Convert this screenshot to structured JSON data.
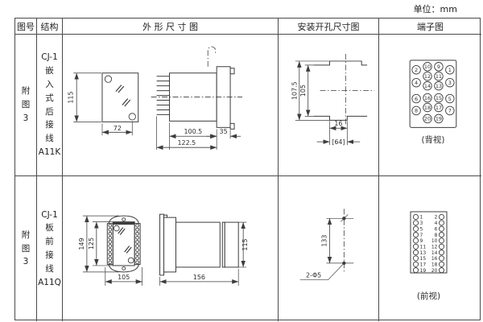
{
  "units_label": "单位：mm",
  "header": {
    "col_fig": "图号",
    "col_structure": "结构",
    "col_outline": "外 形 尺 寸 图",
    "col_mounting": "安装开孔尺寸图",
    "col_terminal": "端子图"
  },
  "colors": {
    "line": "#3d3d3d",
    "text": "#2e2e2e",
    "background": "#ffffff"
  },
  "row1": {
    "fig_no": "附\n图\n3",
    "structure": "CJ-1\n嵌\n入\n式\n后\n接\n线\nA11K",
    "outline": {
      "dim_front_height": "115",
      "dim_front_width": "72",
      "dim_body_depth": "100.5",
      "dim_total_depth": "122.5",
      "dim_flange_depth": "35"
    },
    "mounting": {
      "dim_outer_height": "107.5",
      "dim_inner_height": "105",
      "dim_notch_width": "16",
      "dim_width": "[64]"
    },
    "terminal": {
      "view_label": "(背视)",
      "outer_left": [
        "2",
        "4",
        "6",
        "8"
      ],
      "center_left": [
        "10",
        "12",
        "14",
        "16",
        "18",
        "20"
      ],
      "center_right": [
        "9",
        "11",
        "13",
        "15",
        "17",
        "19"
      ],
      "outer_right": [
        "1",
        "3",
        "5",
        "7"
      ]
    }
  },
  "row2": {
    "fig_no": "附\n图\n3",
    "structure": "CJ-1\n板\n前\n接\n线\nA11Q",
    "outline": {
      "dim_outer_height": "149",
      "dim_inner_height": "125",
      "dim_width": "105",
      "dim_total_depth": "156",
      "dim_body_height": "115"
    },
    "mounting": {
      "dim_hole_spacing": "133",
      "hole_label": "2-Φ5"
    },
    "terminal": {
      "view_label": "(前视)",
      "left": [
        "1",
        "3",
        "5",
        "7",
        "9",
        "11",
        "13",
        "15",
        "17",
        "19"
      ],
      "right": [
        "2",
        "4",
        "6",
        "8",
        "10",
        "12",
        "14",
        "16",
        "18",
        "20"
      ]
    }
  }
}
